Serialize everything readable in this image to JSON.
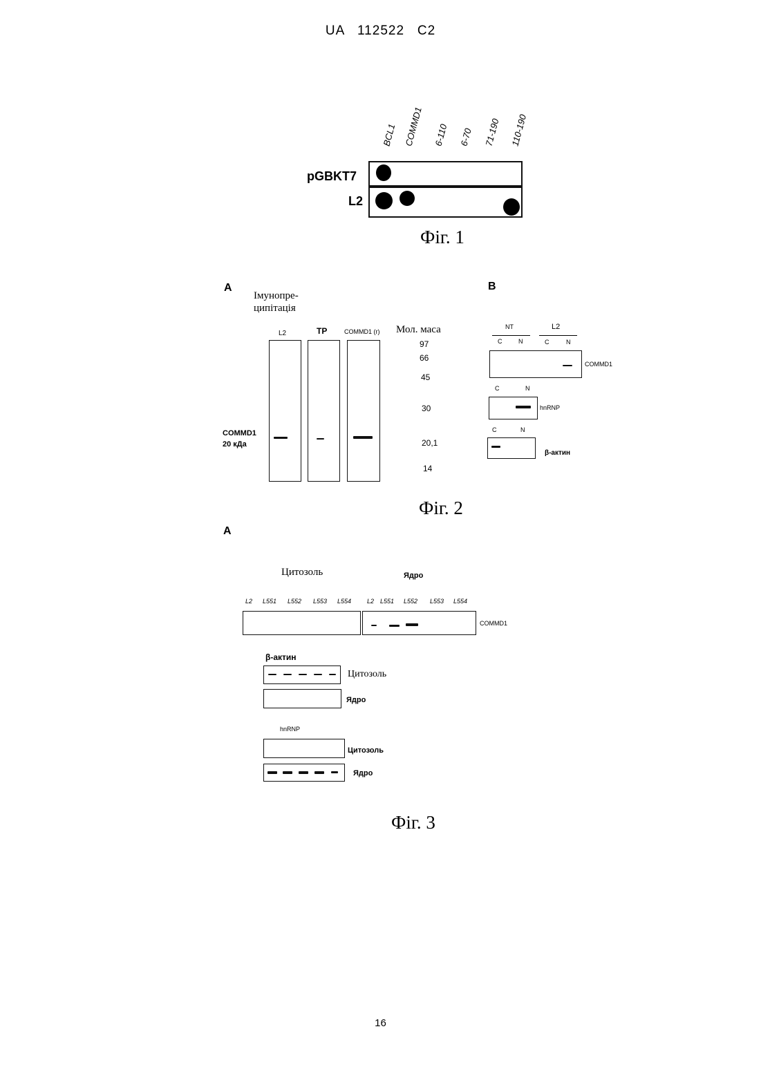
{
  "header": {
    "doc_id": "UA   112522   C2"
  },
  "fig1": {
    "columns": [
      "BCL1",
      "COMMD1",
      "6-110",
      "6-70",
      "71-190",
      "110-190"
    ],
    "rows": [
      "pGBKT7",
      "L2"
    ],
    "caption": "Фіг. 1"
  },
  "fig2": {
    "panel_a": "A",
    "panel_b": "B",
    "ip_line1": "Імунопре-",
    "ip_line2": "ципітація",
    "lanes": [
      "L2",
      "TP",
      "COMMD1 (r)"
    ],
    "band_label1": "COMMD1",
    "band_label2": "20 кДа",
    "mw_title": "Мол. маса",
    "mw_values": [
      "97",
      "66",
      "45",
      "30",
      "20,1",
      "14"
    ],
    "b_groups": [
      "NT",
      "L2"
    ],
    "c_label": "C",
    "n_label": "N",
    "b_blots": [
      "COMMD1",
      "hnRNP",
      "β-актин"
    ],
    "caption": "Фіг. 2"
  },
  "fig3": {
    "panel_a": "A",
    "cytosol": "Цитозоль",
    "nucleus": "Ядро",
    "lanes": [
      "L2",
      "L551",
      "L552",
      "L553",
      "L554"
    ],
    "blot_label": "COMMD1",
    "actin_title": "β-актин",
    "hnrnp_title": "hnRNP",
    "caption": "Фіг. 3"
  },
  "page_number": "16"
}
